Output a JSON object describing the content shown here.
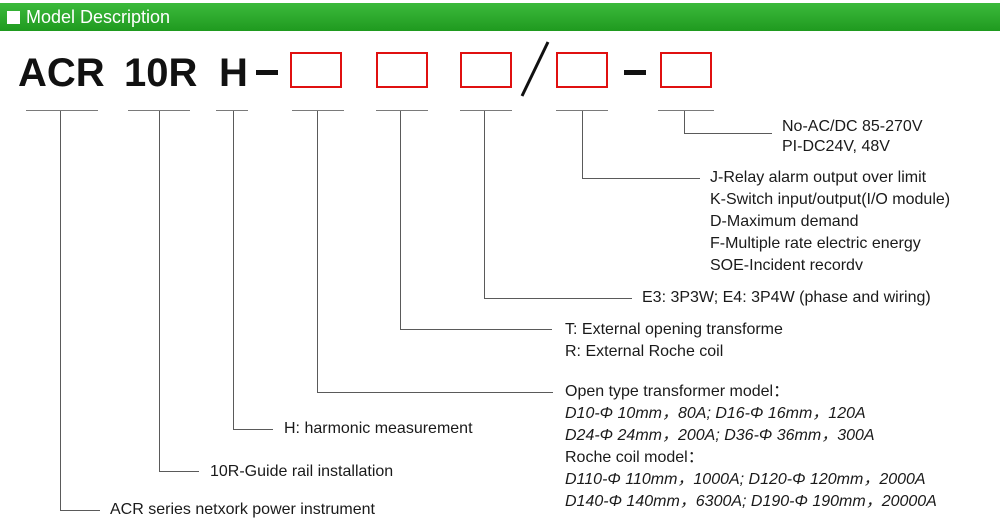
{
  "header": {
    "title": "Model Description"
  },
  "model_code": {
    "part1": "ACR",
    "part2": "10R",
    "part3": "H",
    "dash": "–",
    "slash": "/"
  },
  "descriptions": {
    "power": [
      "No-AC/DC 85-270V",
      "PI-DC24V, 48V"
    ],
    "functions": [
      "J-Relay alarm output over limit",
      "K-Switch input/output(I/O module)",
      "D-Maximum demand",
      "F-Multiple rate electric energy",
      "SOE-Incident recordv"
    ],
    "wiring": "E3: 3P3W; E4: 3P4W (phase and wiring)",
    "transformer_type": [
      "T: External opening transforme",
      "R: External Roche coil"
    ],
    "transformer_models": {
      "open_heading": "Open type transformer model：",
      "open_lines": [
        "D10-Φ 10mm，80A; D16-Φ 16mm，120A",
        "D24-Φ 24mm，200A; D36-Φ 36mm，300A"
      ],
      "roche_heading": "Roche coil model：",
      "roche_lines": [
        "D110-Φ 110mm，1000A; D120-Φ 120mm，2000A",
        "D140-Φ 140mm，6300A; D190-Φ 190mm，20000A"
      ]
    },
    "harmonic": "H: harmonic measurement",
    "rail": "10R-Guide rail installation",
    "series": "ACR series netxork power instrument"
  }
}
